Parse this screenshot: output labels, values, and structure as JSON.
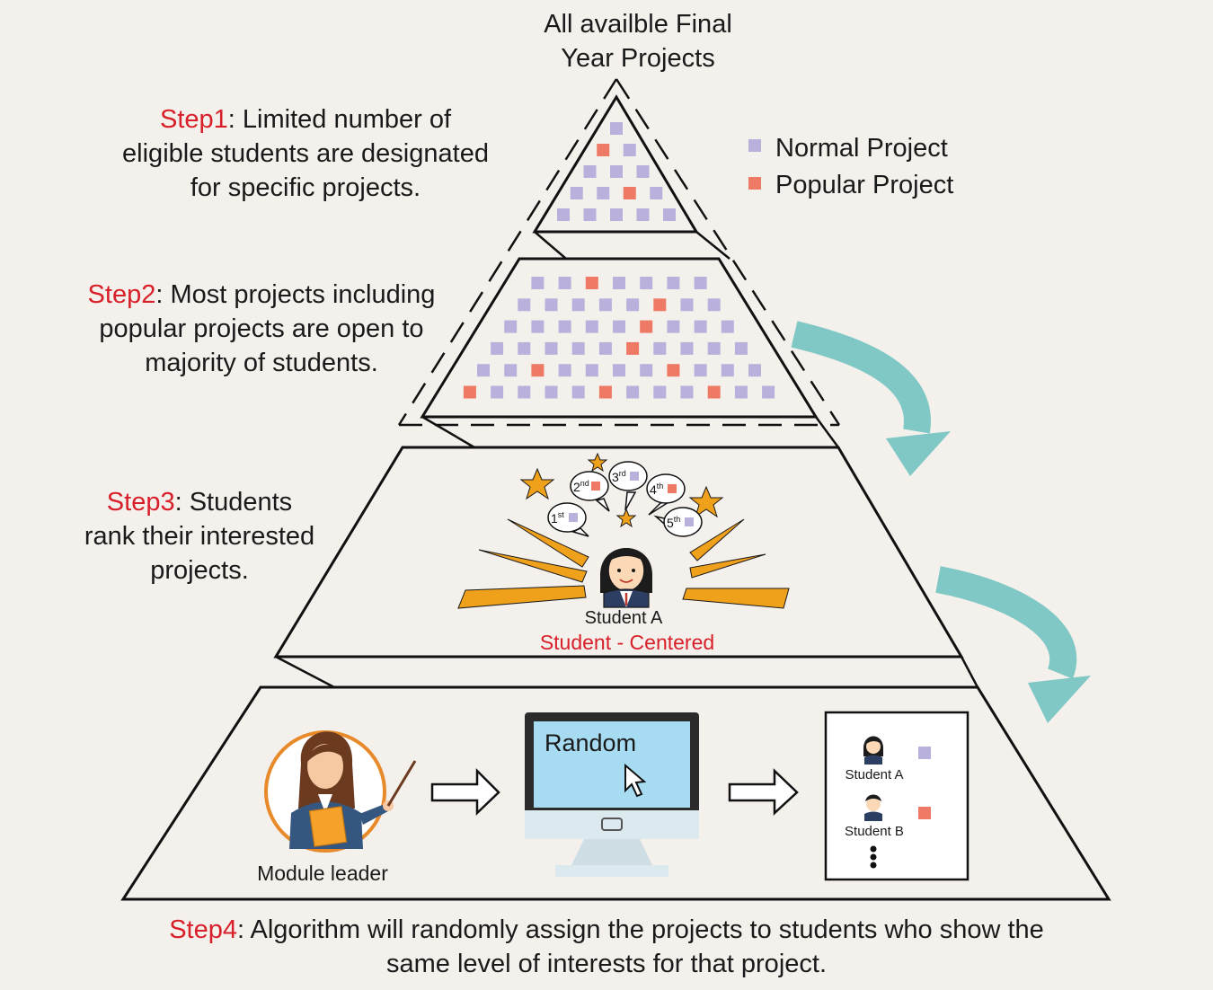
{
  "colors": {
    "normal": "#b9b1dc",
    "popular": "#ee7a65",
    "arrow": "#7fc8c5",
    "accent_red": "#d8202a",
    "orange": "#f0a11c",
    "screen": "#a6dbf2",
    "background": "#f4f0ec"
  },
  "top_title": {
    "line1": "All availble Final",
    "line2": "Year Projects"
  },
  "legend": {
    "normal": "Normal Project",
    "popular": "Popular Project"
  },
  "step1": {
    "label": "Step1",
    "line1": ": Limited number of",
    "line2": "eligible students are designated",
    "line3": "for specific projects."
  },
  "step2": {
    "label": "Step2",
    "line1": ": Most projects including",
    "line2": "popular projects are open to",
    "line3": "majority of students."
  },
  "step3": {
    "label": "Step3",
    "line1": ": Students",
    "line2": "rank their interested",
    "line3": "projects."
  },
  "step4": {
    "label": "Step4",
    "line1": ": Algorithm will randomly assign the projects to students who show the",
    "line2": "same level of interests for that project."
  },
  "student_a": "Student A",
  "student_centered": "Student - Centered",
  "module_leader": "Module leader",
  "computer_label": "Random",
  "result": {
    "student_a": "Student A",
    "student_b": "Student B"
  },
  "ranks": [
    {
      "label": "1st",
      "type": "normal"
    },
    {
      "label": "2nd",
      "type": "popular"
    },
    {
      "label": "3rd",
      "type": "normal"
    },
    {
      "label": "4th",
      "type": "popular"
    },
    {
      "label": "5th",
      "type": "normal"
    }
  ],
  "top_tier_rows": [
    [
      "N"
    ],
    [
      "P",
      "N"
    ],
    [
      "N",
      "N",
      "N"
    ],
    [
      "N",
      "N",
      "P",
      "N"
    ],
    [
      "N",
      "N",
      "N",
      "N",
      "N"
    ]
  ],
  "second_tier_rows": [
    [
      "N",
      "N",
      "P",
      "N",
      "N",
      "N",
      "N"
    ],
    [
      "N",
      "N",
      "N",
      "N",
      "N",
      "P",
      "N",
      "N"
    ],
    [
      "N",
      "N",
      "N",
      "N",
      "N",
      "P",
      "N",
      "N",
      "N"
    ],
    [
      "N",
      "N",
      "N",
      "N",
      "N",
      "P",
      "N",
      "N",
      "N",
      "N"
    ],
    [
      "N",
      "N",
      "P",
      "N",
      "N",
      "N",
      "N",
      "P",
      "N",
      "N",
      "N"
    ],
    [
      "P",
      "N",
      "N",
      "N",
      "N",
      "P",
      "N",
      "N",
      "N",
      "P",
      "N",
      "N"
    ]
  ]
}
